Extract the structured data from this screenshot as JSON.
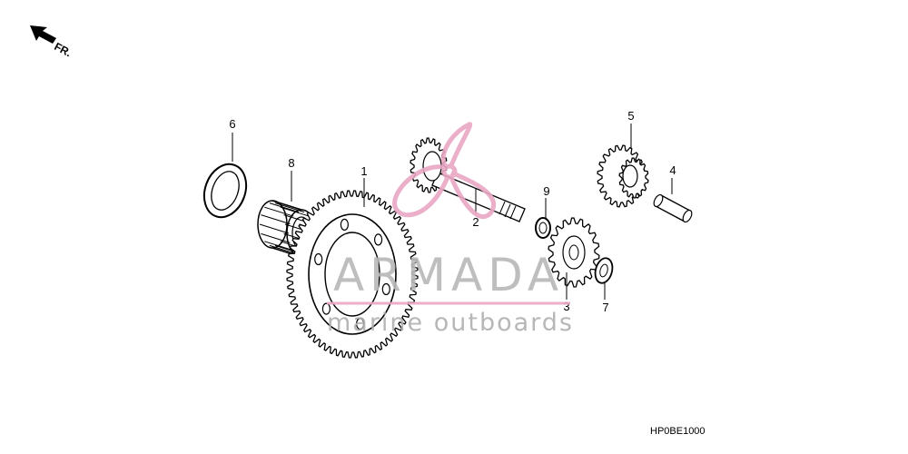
{
  "orientation": {
    "label": "FR."
  },
  "callouts": [
    {
      "id": "1",
      "label": "1"
    },
    {
      "id": "2",
      "label": "2"
    },
    {
      "id": "3",
      "label": "3"
    },
    {
      "id": "4",
      "label": "4"
    },
    {
      "id": "5",
      "label": "5"
    },
    {
      "id": "6",
      "label": "6"
    },
    {
      "id": "7",
      "label": "7"
    },
    {
      "id": "8",
      "label": "8"
    },
    {
      "id": "9",
      "label": "9"
    }
  ],
  "diagram_code": "HP0BE1000",
  "watermark": {
    "brand": "ARMADA",
    "tagline": "marine outboards",
    "accent_color": "#e9a7c4"
  }
}
